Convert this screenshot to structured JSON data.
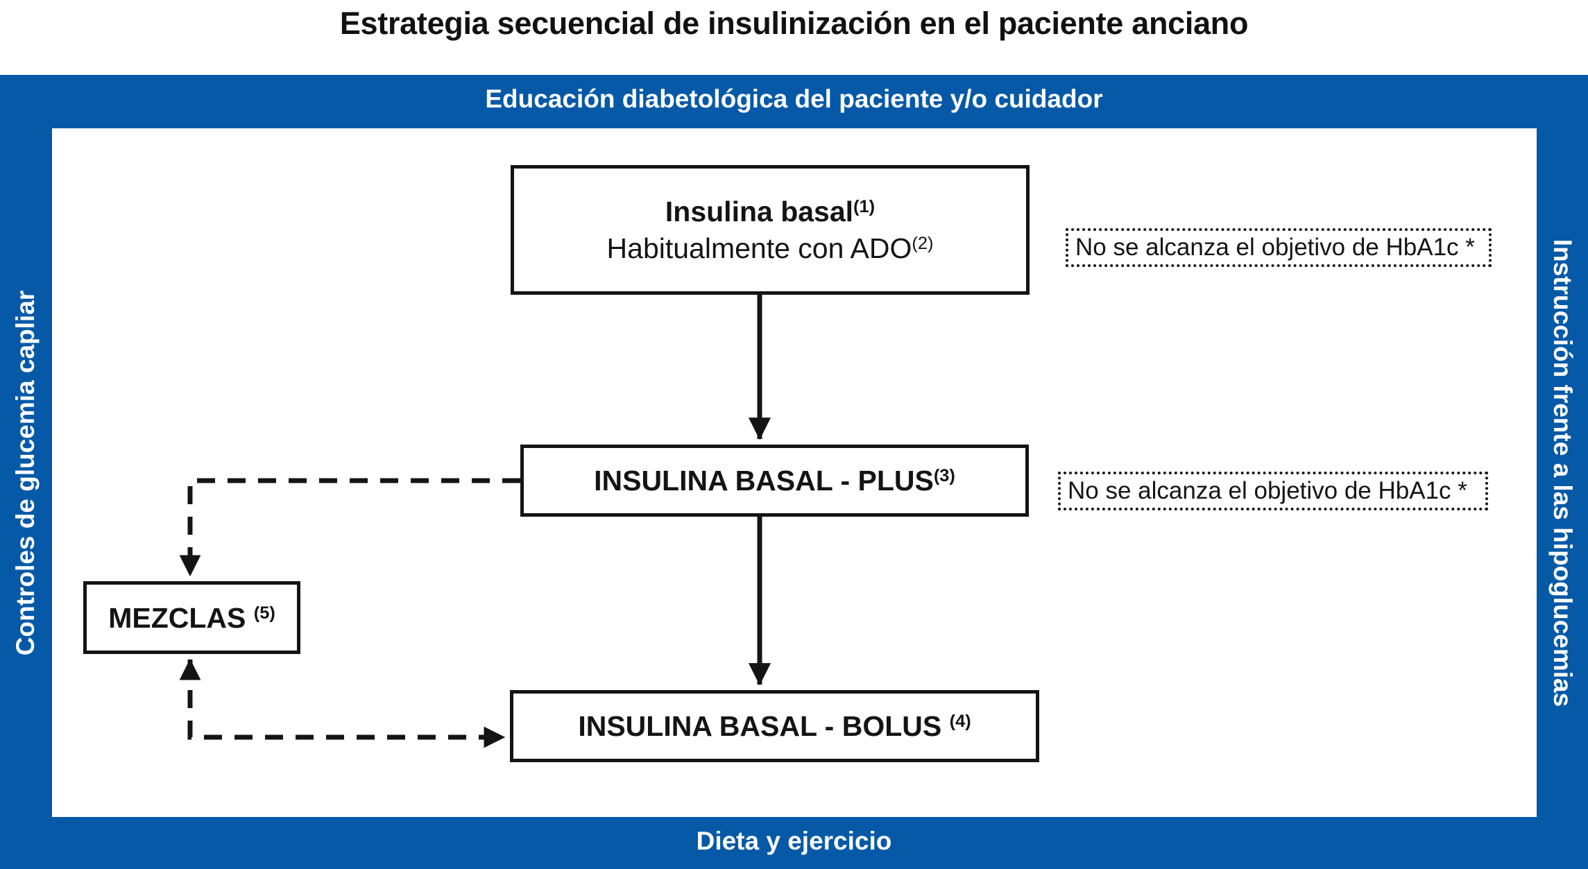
{
  "page": {
    "title": "Estrategia secuencial de insulinización en el paciente anciano"
  },
  "frame": {
    "accent_color": "#0659A7",
    "top_band": "Educación diabetológica del paciente y/o cuidador",
    "bottom_band": "Dieta y ejercicio",
    "left_band": "Controles de glucemia capliar",
    "right_band": "Instrucción frente a las hipoglucemias"
  },
  "flowchart": {
    "type": "flowchart",
    "nodes": [
      {
        "id": "insulina-basal",
        "line1": "Insulina basal",
        "line1_ref": "(1)",
        "line2": "Habitualmente con ADO",
        "line2_ref": "(2)"
      },
      {
        "id": "insulina-basal-plus",
        "label": "INSULINA BASAL - PLUS",
        "ref": "(3)"
      },
      {
        "id": "insulina-basal-bolus",
        "label": "INSULINA BASAL - BOLUS",
        "ref": "(4)"
      },
      {
        "id": "mezclas",
        "label": "MEZCLAS",
        "ref": "(5)"
      }
    ],
    "callouts": [
      {
        "id": "hba1c-1",
        "label": "No se alcanza el objetivo de HbA1c *"
      },
      {
        "id": "hba1c-2",
        "label": "No se alcanza el objetivo de HbA1c *"
      }
    ],
    "edges": [
      {
        "from": "insulina-basal",
        "to": "insulina-basal-plus",
        "style": "solid",
        "arrow": "down"
      },
      {
        "from": "insulina-basal-plus",
        "to": "insulina-basal-bolus",
        "style": "solid",
        "arrow": "down"
      },
      {
        "from": "insulina-basal-plus",
        "to": "mezclas",
        "style": "dashed",
        "arrow": "down"
      },
      {
        "from": "mezclas",
        "to": "insulina-basal-bolus",
        "style": "dashed",
        "arrow": "both"
      }
    ]
  }
}
